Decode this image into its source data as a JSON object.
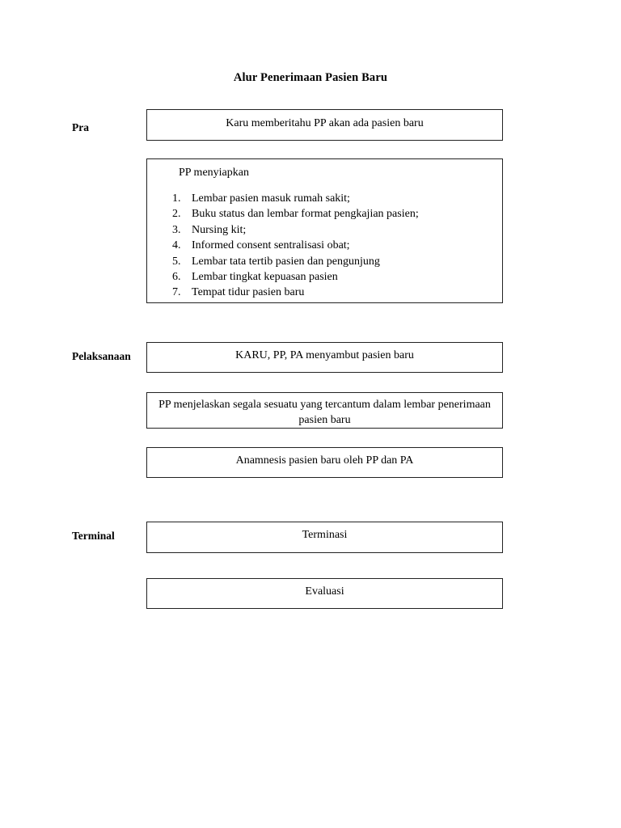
{
  "document": {
    "title": "Alur Penerimaan Pasien Baru"
  },
  "stages": [
    {
      "key": "pra",
      "label": "Pra"
    },
    {
      "key": "pelaksanaan",
      "label": "Pelaksanaan"
    },
    {
      "key": "terminal",
      "label": "Terminal"
    }
  ],
  "flow": {
    "karu": {
      "text": "Karu memberitahu PP akan ada pasien baru"
    },
    "persiapan": {
      "heading": "PP menyiapkan",
      "items": [
        {
          "num": "1.",
          "text": "Lembar pasien masuk rumah sakit;"
        },
        {
          "num": "2.",
          "text": "Buku status dan lembar format pengkajian pasien;"
        },
        {
          "num": "3.",
          "text": "Nursing kit;"
        },
        {
          "num": "4.",
          "text": "Informed consent sentralisasi obat;"
        },
        {
          "num": "5.",
          "text": "Lembar tata tertib pasien dan pengunjung"
        },
        {
          "num": "6.",
          "text": "Lembar tingkat kepuasan pasien"
        },
        {
          "num": "7.",
          "text": "Tempat tidur pasien baru"
        }
      ]
    },
    "sambut": {
      "text": "KARU, PP, PA menyambut pasien baru"
    },
    "jelaskan": {
      "text": "PP menjelaskan segala sesuatu yang tercantum dalam lembar penerimaan pasien baru"
    },
    "anamnesis": {
      "text": "Anamnesis pasien baru oleh PP dan PA"
    },
    "terminasi": {
      "text": "Terminasi"
    },
    "evaluasi": {
      "text": "Evaluasi"
    }
  },
  "colors": {
    "page_background": "#ffffff",
    "text": "#000000",
    "box_border": "#222222"
  }
}
